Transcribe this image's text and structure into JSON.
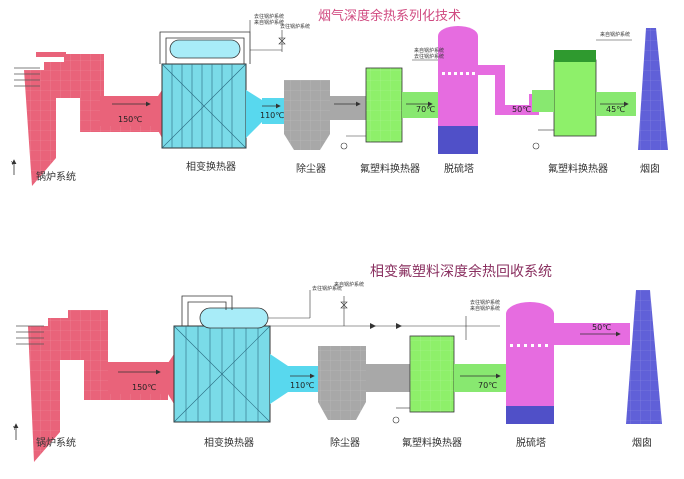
{
  "colors": {
    "flue_hot": "#e9637a",
    "flue_warm": "#58d8ee",
    "dust": "#a8a8a8",
    "fluoro_hx": "#8ef06a",
    "gas_green": "#88e870",
    "desulf_top": "#e66ce0",
    "desulf_bottom": "#5050c8",
    "stack": "#6060d8",
    "exchanger": "#7adbe8",
    "drum": "#a8ecf8",
    "line": "#3a7ab0"
  },
  "top": {
    "title": "烟气深度余热系列化技术",
    "labels": {
      "boiler": "锅炉系统",
      "phase_hx": "相变换热器",
      "dust": "除尘器",
      "fluoro_hx": "氟塑料换热器",
      "desulf": "脱硫塔",
      "fluoro_hx2": "氟塑料换热器",
      "stack": "烟囱",
      "note1": "去往锅炉系统",
      "note2": "来自锅炉系统",
      "note3": "去往锅炉系统",
      "note4": "来自锅炉系统",
      "note5": "去往锅炉系统",
      "note6": "来自锅炉系统"
    },
    "temps": [
      "150℃",
      "110℃",
      "70℃",
      "50℃",
      "45℃"
    ]
  },
  "bottom": {
    "title": "相变氟塑料深度余热回收系统",
    "labels": {
      "boiler": "锅炉系统",
      "phase_hx": "相变换热器",
      "dust": "除尘器",
      "fluoro_hx": "氟塑料换热器",
      "desulf": "脱硫塔",
      "stack": "烟囱",
      "note1": "去往锅炉系统",
      "note2": "来自锅炉系统",
      "note3": "去往锅炉系统",
      "note4": "来自锅炉系统"
    },
    "temps": [
      "150℃",
      "110℃",
      "70℃",
      "50℃"
    ]
  }
}
